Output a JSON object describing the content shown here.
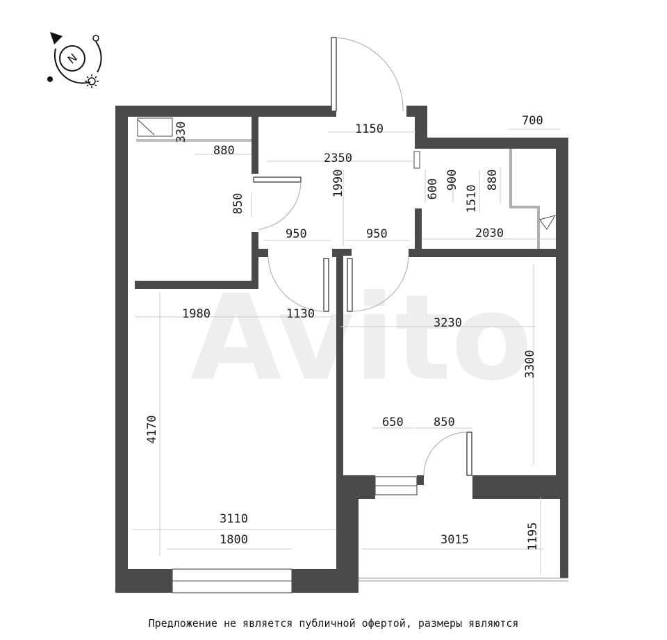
{
  "compass": {
    "label": "N",
    "icon": "compass-north-icon",
    "sun_icon": "sun-icon"
  },
  "watermark": {
    "text": "Avito"
  },
  "dimensions": {
    "d1150": "1150",
    "d700": "700",
    "d330": "330",
    "d880a": "880",
    "d2350": "2350",
    "d1990": "1990",
    "d600": "600",
    "d900": "900",
    "d1510": "1510",
    "d880b": "880",
    "d850a": "850",
    "d950a": "950",
    "d950b": "950",
    "d2030": "2030",
    "d1980": "1980",
    "d1130": "1130",
    "d3230": "3230",
    "d3300": "3300",
    "d4170": "4170",
    "d650": "650",
    "d850b": "850",
    "d3110": "3110",
    "d1800": "1800",
    "d3015": "3015",
    "d1195": "1195"
  },
  "caption": "Предложение не является публичной офертой, размеры являются"
}
